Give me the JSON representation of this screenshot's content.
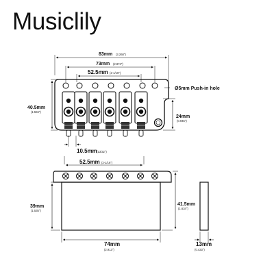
{
  "brand": "Musiclily",
  "top_view": {
    "overall_width": {
      "main": "83mm",
      "sub": "(3.268\")"
    },
    "mount_width": {
      "main": "73mm",
      "sub": "(2.874\")"
    },
    "string_spacing_top": {
      "main": "52.5mm",
      "sub": "(2-1/16\")"
    },
    "height": {
      "main": "40.5mm",
      "sub": "(1.594\")"
    },
    "push_in_hole": "Ø5mm Push-in hole",
    "hole_offset": {
      "main": "24mm",
      "sub": "(0.945\")"
    },
    "saddle_width": {
      "main": "10.5mm",
      "sub": "(13/32\")"
    },
    "string_spacing_bottom": {
      "main": "52.5mm",
      "sub": "(2-1/16\")"
    }
  },
  "front_view": {
    "block_height": {
      "main": "39mm",
      "sub": "(1.535\")"
    },
    "total_height": {
      "main": "41.5mm",
      "sub": "(1.634\")"
    },
    "block_width": {
      "main": "74mm",
      "sub": "(2.913\")"
    }
  },
  "side_view": {
    "block_depth": {
      "main": "13mm",
      "sub": "(0.433\")"
    }
  }
}
